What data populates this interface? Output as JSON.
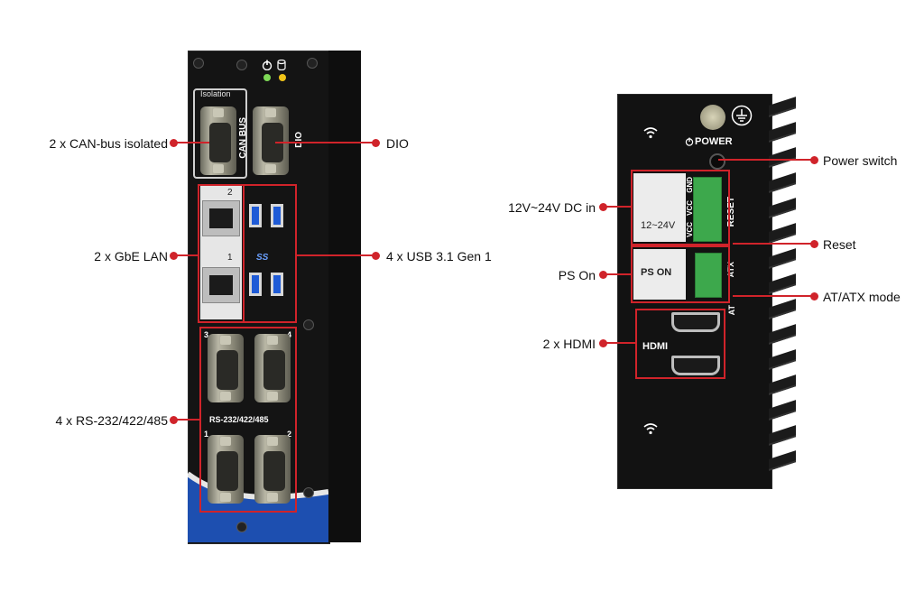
{
  "callouts_left_device": [
    "2 x CAN-bus isolated",
    "DIO",
    "2 x GbE LAN",
    "4 x USB 3.1 Gen 1",
    "4 x RS-232/422/485"
  ],
  "callouts_right_device": [
    "Power switch",
    "12V~24V DC in",
    "Reset",
    "PS On",
    "AT/ATX mode",
    "2 x HDMI"
  ],
  "left_panel": {
    "isolation_label": "Isolation",
    "can_bus_label": "CAN BUS",
    "dio_label": "DIO",
    "lan2_label": "2",
    "lan1_label": "1",
    "usb_logo": "SS",
    "serial_nums": [
      "3",
      "4",
      "1",
      "2"
    ],
    "serial_label": "RS-232/422/485"
  },
  "right_panel": {
    "power_label": "POWER",
    "voltage_label": "12~24V",
    "terminal_labels": [
      "GND",
      "VCC",
      "VCC"
    ],
    "reset_label": "RESET",
    "ps_on_label": "PS ON",
    "atx_label": "ATX",
    "at_label": "AT",
    "hdmi_label": "HDMI"
  },
  "colors": {
    "callout_red": "#d0232a",
    "device_black": "#141414",
    "terminal_green": "#3da84c",
    "usb_blue": "#1f5bd6",
    "accent_blue": "#1d4fb0"
  }
}
